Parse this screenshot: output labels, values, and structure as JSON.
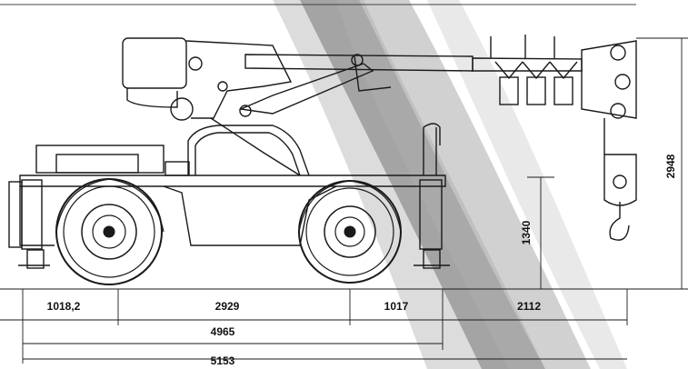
{
  "dimensions": {
    "front_overhang": "1018,2",
    "wheelbase": "2929",
    "rear_overhang": "1017",
    "hook_overhang": "2112",
    "length_without_boom": "4965",
    "total_length": "5153",
    "axle_height": "1340",
    "total_height": "2948"
  },
  "colors": {
    "line": "#1a1a1a",
    "swoosh_dark": "#8d8d8d",
    "swoosh_light": "#d6d6d6",
    "background": "#ffffff"
  }
}
